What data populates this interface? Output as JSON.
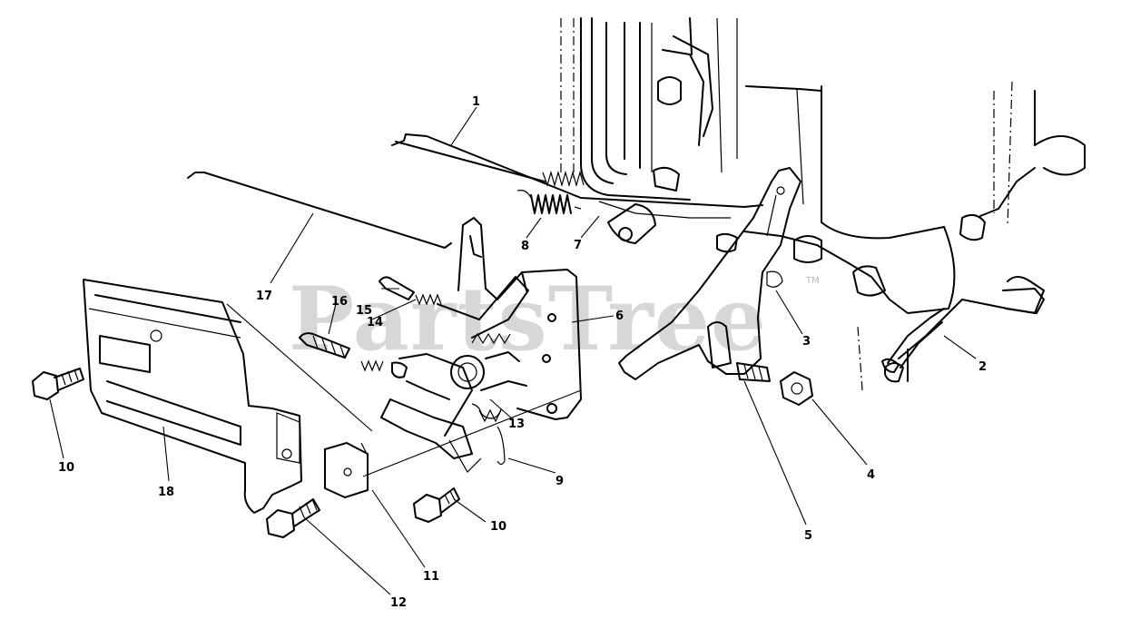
{
  "watermark": {
    "text": "PartsTree",
    "trademark": "TM"
  },
  "callouts": [
    {
      "id": "c1",
      "text": "1"
    },
    {
      "id": "c2",
      "text": "2"
    },
    {
      "id": "c3",
      "text": "3"
    },
    {
      "id": "c4",
      "text": "4"
    },
    {
      "id": "c5",
      "text": "5"
    },
    {
      "id": "c6",
      "text": "6"
    },
    {
      "id": "c7",
      "text": "7"
    },
    {
      "id": "c8",
      "text": "8"
    },
    {
      "id": "c9",
      "text": "9"
    },
    {
      "id": "c10a",
      "text": "10"
    },
    {
      "id": "c10b",
      "text": "10"
    },
    {
      "id": "c11",
      "text": "11"
    },
    {
      "id": "c12",
      "text": "12"
    },
    {
      "id": "c13",
      "text": "13"
    },
    {
      "id": "c14",
      "text": "14"
    },
    {
      "id": "c15",
      "text": "15"
    },
    {
      "id": "c16",
      "text": "16"
    },
    {
      "id": "c17",
      "text": "17"
    },
    {
      "id": "c18",
      "text": "18"
    }
  ]
}
